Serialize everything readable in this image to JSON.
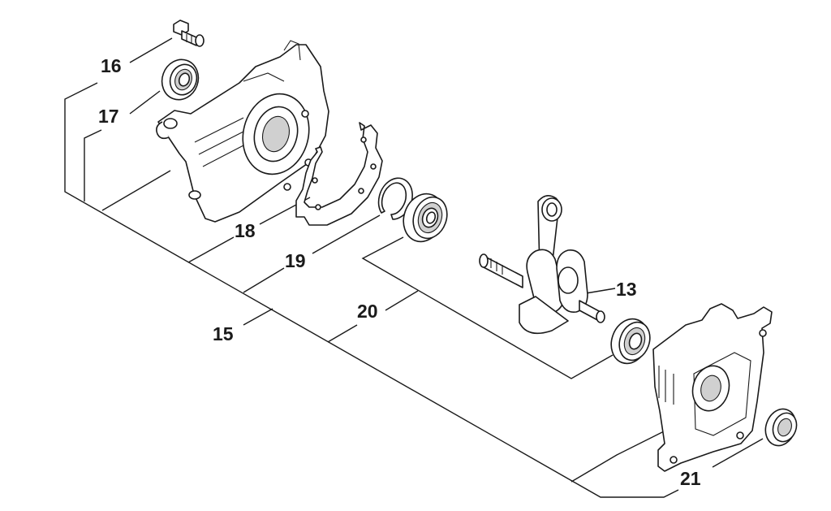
{
  "diagram": {
    "callouts": [
      {
        "id": "16",
        "text": "16"
      },
      {
        "id": "17",
        "text": "17"
      },
      {
        "id": "18",
        "text": "18"
      },
      {
        "id": "19",
        "text": "19"
      },
      {
        "id": "15",
        "text": "15"
      },
      {
        "id": "20",
        "text": "20"
      },
      {
        "id": "13",
        "text": "13"
      },
      {
        "id": "21",
        "text": "21"
      }
    ],
    "parts": [
      {
        "id": "16",
        "name": "fitting-screw"
      },
      {
        "id": "17",
        "name": "oil-seal"
      },
      {
        "id": "15",
        "name": "crankcase-half"
      },
      {
        "id": "18",
        "name": "gasket"
      },
      {
        "id": "19",
        "name": "snap-ring"
      },
      {
        "id": "20",
        "name": "ball-bearing"
      },
      {
        "id": "13",
        "name": "crankshaft"
      },
      {
        "id": "21",
        "name": "oil-seal-right"
      }
    ]
  }
}
